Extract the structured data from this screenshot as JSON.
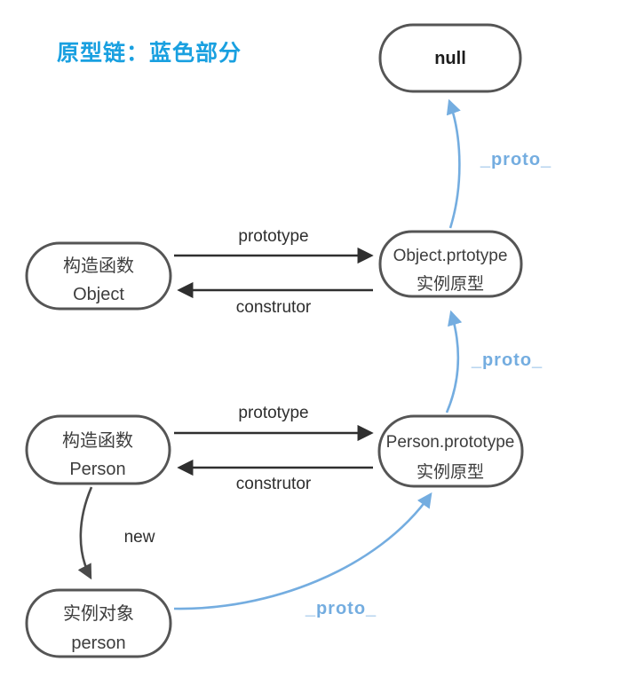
{
  "title": {
    "text": "原型链：蓝色部分"
  },
  "colors": {
    "title_blue": "#19a0e0",
    "proto_blue": "#74ade0",
    "node_border_gray": "#555555",
    "arrow_black": "#2f2f2f",
    "arrow_gray": "#4a4a4a",
    "background": "#ffffff"
  },
  "nodes": {
    "null_node": {
      "line1": "null"
    },
    "ctor_object": {
      "line1": "构造函数",
      "line2": "Object"
    },
    "object_prototype": {
      "line1": "Object.prtotype",
      "line2": "实例原型"
    },
    "ctor_person": {
      "line1": "构造函数",
      "line2": "Person"
    },
    "person_prototype": {
      "line1": "Person.prototype",
      "line2": "实例原型"
    },
    "instance_person": {
      "line1": "实例对象",
      "line2": "person"
    }
  },
  "edges": {
    "prototype_top": "prototype",
    "construtor_top": "construtor",
    "prototype_bottom": "prototype",
    "construtor_bottom": "construtor",
    "new_edge": "new",
    "proto_to_null": "_proto_",
    "proto_to_object_prototype": "_proto_",
    "proto_to_person_prototype": "_proto_"
  }
}
